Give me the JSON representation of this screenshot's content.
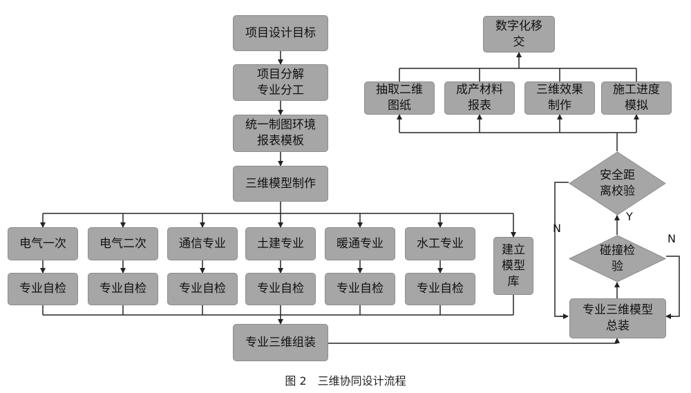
{
  "main_flow": {
    "goal": "项目设计目标",
    "decompose": "项目分解\n专业分工",
    "environment": "统一制图环境\n报表模板",
    "modeling": "三维模型制作"
  },
  "disciplines": [
    {
      "name": "电气一次",
      "check": "专业自检"
    },
    {
      "name": "电气二次",
      "check": "专业自检"
    },
    {
      "name": "通信专业",
      "check": "专业自检"
    },
    {
      "name": "土建专业",
      "check": "专业自检"
    },
    {
      "name": "暖通专业",
      "check": "专业自检"
    },
    {
      "name": "水工专业",
      "check": "专业自检"
    }
  ],
  "model_library": "建立\n模型\n库",
  "assembly": "专业三维组装",
  "right_flow": {
    "digital_handover": "数字化移\n交",
    "outputs": [
      "抽取二维\n图纸",
      "成产材料\n报表",
      "三维效果\n制作",
      "施工进度\n模拟"
    ],
    "safety_check": "安全距\n离校验",
    "collision_check": "碰撞检\n验",
    "total_assembly": "专业三维模型\n总装",
    "label_n_left": "N",
    "label_n_right": "N",
    "label_y": "Y"
  },
  "caption": "图 2　三维协同设计流程",
  "colors": {
    "box_fill": "#a6a6a6",
    "box_border": "#8c8c8c",
    "line": "#222222"
  }
}
